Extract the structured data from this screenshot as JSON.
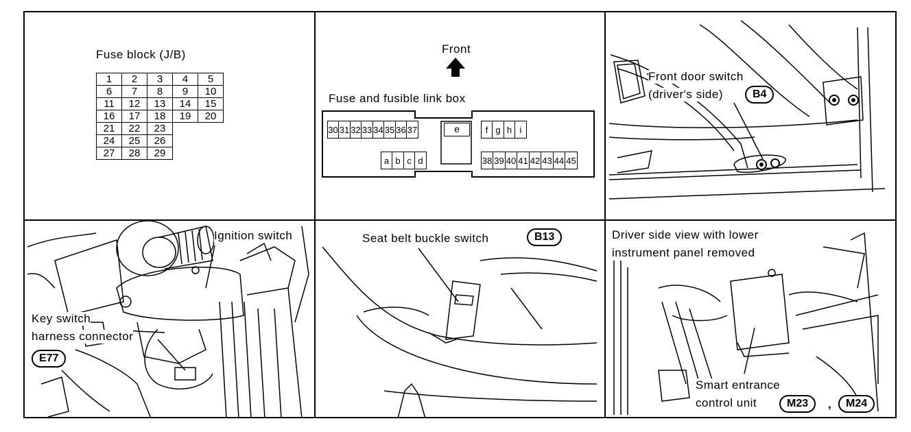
{
  "panel1": {
    "title": "Fuse block (J/B)",
    "grid": [
      [
        "1",
        "2",
        "3",
        "4",
        "5"
      ],
      [
        "6",
        "7",
        "8",
        "9",
        "10"
      ],
      [
        "11",
        "12",
        "13",
        "14",
        "15"
      ],
      [
        "16",
        "17",
        "18",
        "19",
        "20"
      ],
      [
        "21",
        "22",
        "23",
        "",
        ""
      ],
      [
        "24",
        "25",
        "26",
        "",
        ""
      ],
      [
        "27",
        "28",
        "29",
        "",
        ""
      ]
    ]
  },
  "panel2": {
    "front_label": "Front",
    "title": "Fuse and fusible link box",
    "top_left_cells": [
      "30",
      "31",
      "32",
      "33",
      "34",
      "35",
      "36",
      "37"
    ],
    "center_cell": "e",
    "top_right_cells": [
      "f",
      "g",
      "h",
      "i"
    ],
    "bottom_left_cells": [
      "a",
      "b",
      "c",
      "d"
    ],
    "bottom_right_cells": [
      "38",
      "39",
      "40",
      "41",
      "42",
      "43",
      "44",
      "45"
    ]
  },
  "panel3": {
    "line1": "Front door switch",
    "line2": "(driver's side)",
    "connector": "B4"
  },
  "panel4": {
    "ignition_label": "Ignition switch",
    "key_line1": "Key switch",
    "key_line2": "harness connector",
    "connector": "E77"
  },
  "panel5": {
    "label": "Seat belt buckle switch",
    "connector": "B13"
  },
  "panel6": {
    "line1": "Driver side view with lower",
    "line2": "instrument panel removed",
    "unit_line1": "Smart entrance",
    "unit_line2": "control unit",
    "connector1": "M23",
    "separator": ",",
    "connector2": "M24"
  }
}
